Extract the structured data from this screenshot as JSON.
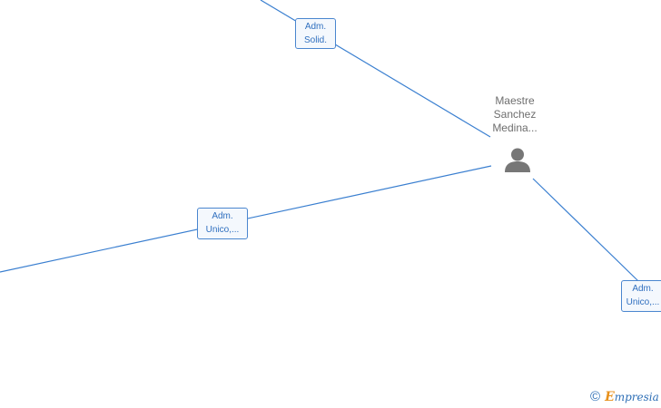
{
  "person": {
    "name_lines": [
      "Maestre",
      "Sanchez",
      "Medina..."
    ],
    "icon": "person-icon"
  },
  "relations": [
    {
      "lines": [
        "Adm.",
        "Solid."
      ]
    },
    {
      "lines": [
        "Adm.",
        "Unico,..."
      ]
    },
    {
      "lines": [
        "Adm.",
        "Unico,..."
      ]
    }
  ],
  "brand": {
    "copyright_symbol": "©",
    "first_letter": "E",
    "rest": "mpresia"
  },
  "colors": {
    "edge": "#3a7fd0",
    "label_border": "#4a86cf",
    "label_text": "#2f6fbf",
    "person_icon": "#777777",
    "brand_accent": "#e8911c"
  }
}
